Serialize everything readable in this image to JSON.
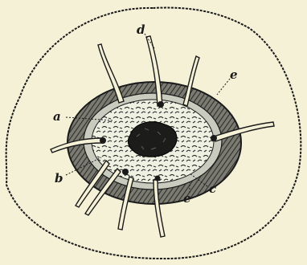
{
  "figure": {
    "background_color": "#f4f1d7",
    "ink_color": "#1a1a1a",
    "labels": {
      "a": "a",
      "b": "b",
      "c": "c",
      "d": "d",
      "e_top": "e",
      "e_bottom": "e"
    }
  }
}
